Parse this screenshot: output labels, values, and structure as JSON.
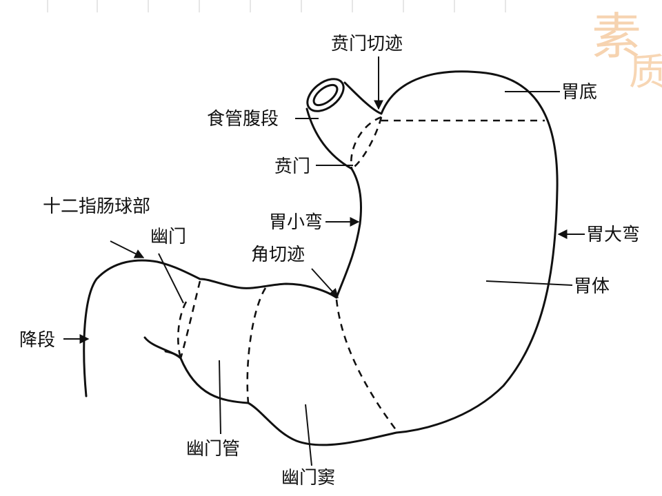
{
  "watermark": {
    "char1": "素",
    "char2": "质"
  },
  "labels": {
    "cardiac_notch": "贲门切迹",
    "fundus": "胃底",
    "abdominal_esophagus": "食管腹段",
    "cardia": "贲门",
    "duodenal_bulb": "十二指肠球部",
    "pylorus": "幽门",
    "lesser_curvature": "胃小弯",
    "greater_curvature": "胃大弯",
    "angular_notch": "角切迹",
    "body": "胃体",
    "descending_part": "降段",
    "pyloric_canal": "幽门管",
    "pyloric_antrum": "幽门窦"
  }
}
